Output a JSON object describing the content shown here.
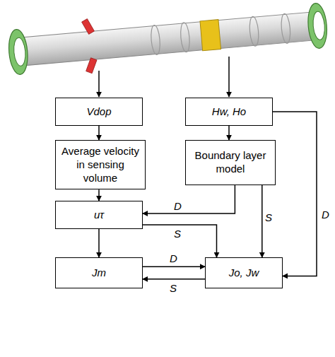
{
  "diagram": {
    "nodes": [
      {
        "text": [
          "Vdop"
        ]
      },
      {
        "text": [
          "Hw, Ho"
        ]
      },
      {
        "text": [
          "Average velocity in sensing volume"
        ]
      },
      {
        "text": [
          "Boundary layer model"
        ]
      },
      {
        "text": [
          "uτ"
        ]
      },
      {
        "text": [
          "Jm"
        ]
      },
      {
        "text": [
          "Jo, Jw"
        ]
      }
    ],
    "edges": [
      {
        "from": 0,
        "to": 2,
        "arrow": "to"
      },
      {
        "from": 1,
        "to": 3,
        "arrow": "to"
      },
      {
        "from": 2,
        "to": 4,
        "arrow": "to"
      },
      {
        "from": 3,
        "to": 4,
        "arrow": "to",
        "label": "D"
      },
      {
        "from": 3,
        "to": 6,
        "arrow": "to",
        "label": "S"
      },
      {
        "from": 1,
        "to": 6,
        "arrow": "to",
        "label": "D"
      },
      {
        "from": 4,
        "to": 5,
        "arrow": "to"
      },
      {
        "from": 4,
        "to": 6,
        "arrow": "to",
        "label": "S"
      },
      {
        "from": 5,
        "to": 6,
        "arrow": "to",
        "label": "D"
      },
      {
        "from": 6,
        "to": 5,
        "arrow": "to",
        "label": "S"
      }
    ]
  }
}
